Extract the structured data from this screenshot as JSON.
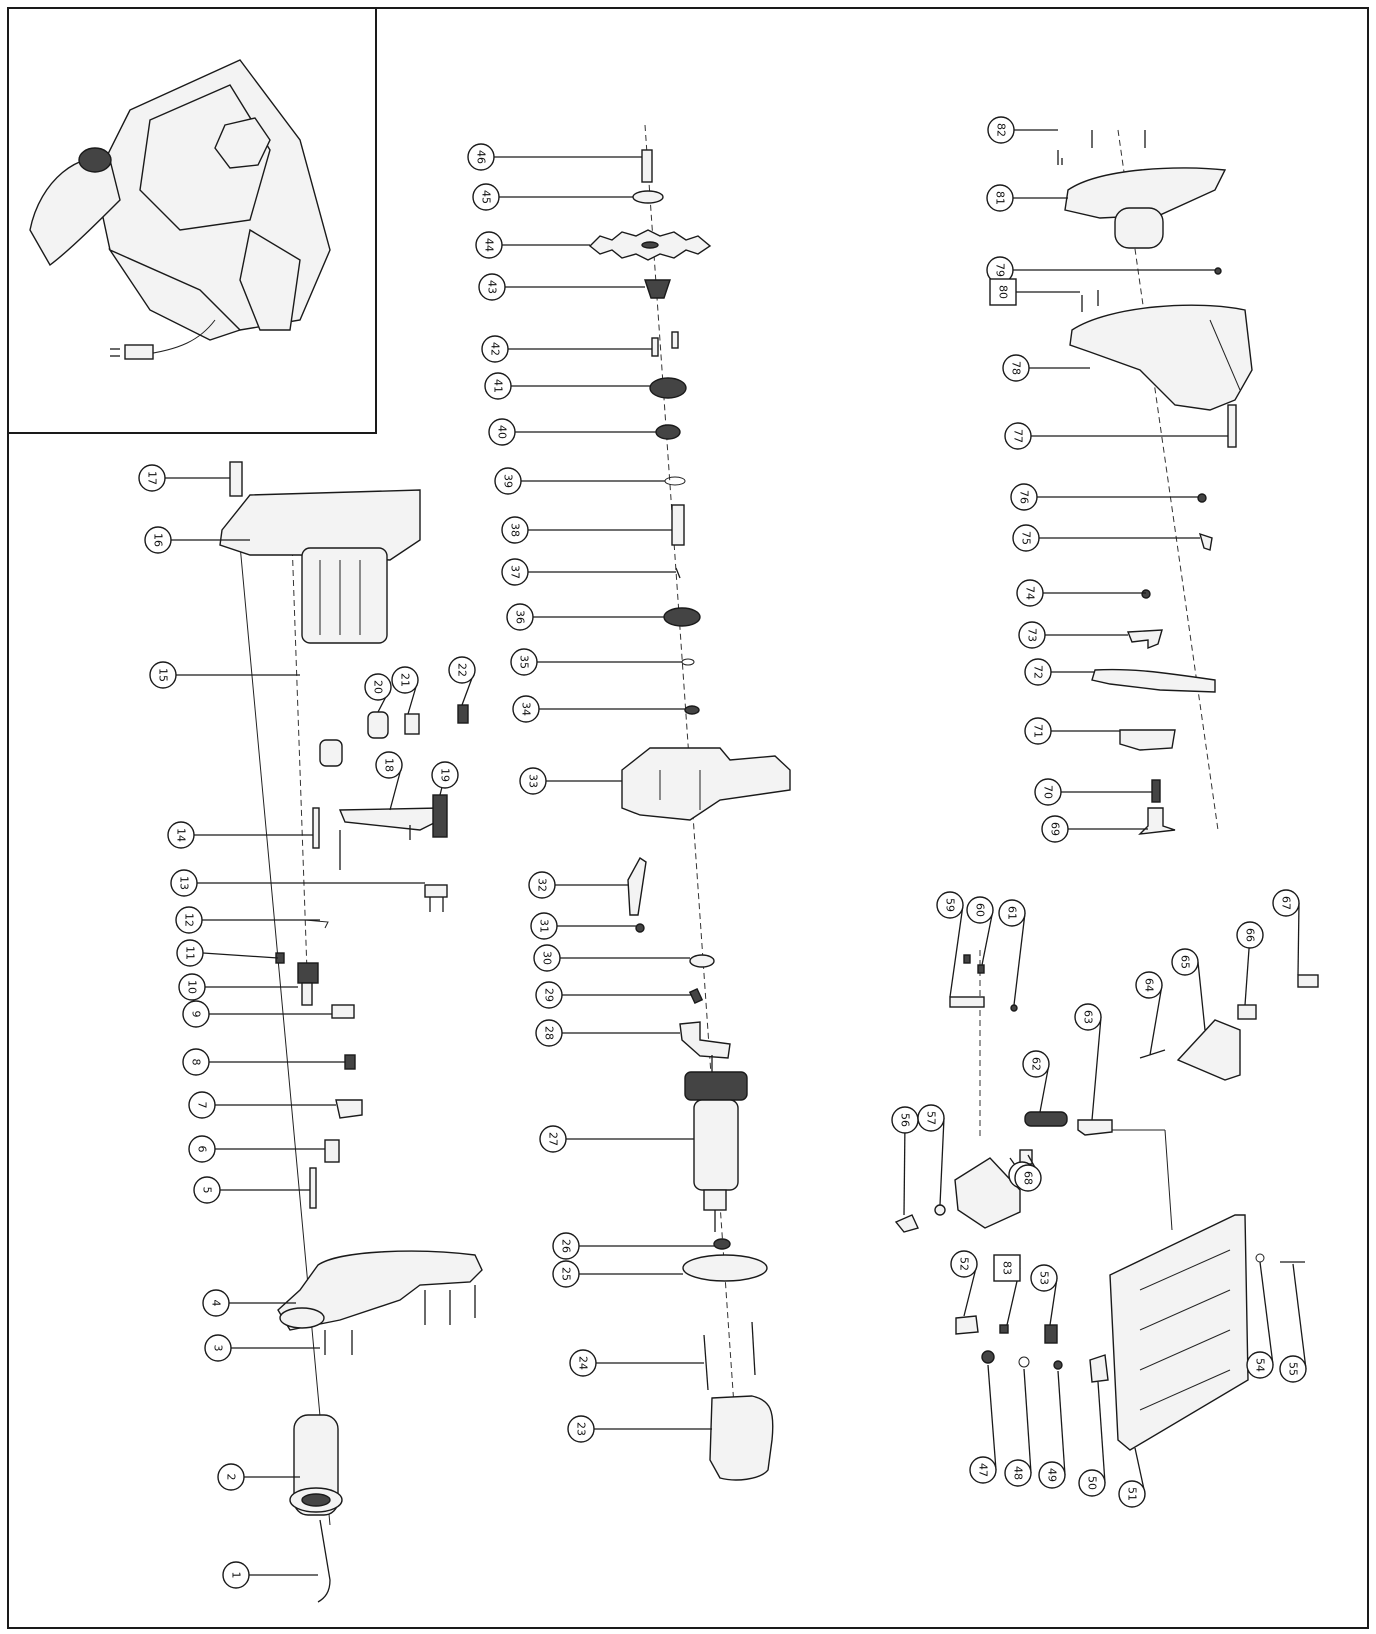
{
  "diagram": {
    "callouts": [
      {
        "id": "c1",
        "label": "1"
      },
      {
        "id": "c2",
        "label": "2"
      },
      {
        "id": "c3",
        "label": "3"
      },
      {
        "id": "c4",
        "label": "4"
      },
      {
        "id": "c5",
        "label": "5"
      },
      {
        "id": "c6",
        "label": "6"
      },
      {
        "id": "c7",
        "label": "7"
      },
      {
        "id": "c8",
        "label": "8"
      },
      {
        "id": "c9",
        "label": "9"
      },
      {
        "id": "c10",
        "label": "10"
      },
      {
        "id": "c11",
        "label": "11"
      },
      {
        "id": "c12",
        "label": "12"
      },
      {
        "id": "c13",
        "label": "13"
      },
      {
        "id": "c14",
        "label": "14"
      },
      {
        "id": "c15",
        "label": "15"
      },
      {
        "id": "c16",
        "label": "16"
      },
      {
        "id": "c17",
        "label": "17"
      },
      {
        "id": "c18",
        "label": "18"
      },
      {
        "id": "c19",
        "label": "19"
      },
      {
        "id": "c20",
        "label": "20"
      },
      {
        "id": "c21",
        "label": "21"
      },
      {
        "id": "c22",
        "label": "22"
      },
      {
        "id": "c23",
        "label": "23"
      },
      {
        "id": "c24",
        "label": "24"
      },
      {
        "id": "c25",
        "label": "25"
      },
      {
        "id": "c26",
        "label": "26"
      },
      {
        "id": "c27",
        "label": "27"
      },
      {
        "id": "c28",
        "label": "28"
      },
      {
        "id": "c29",
        "label": "29"
      },
      {
        "id": "c30",
        "label": "30"
      },
      {
        "id": "c31",
        "label": "31"
      },
      {
        "id": "c32",
        "label": "32"
      },
      {
        "id": "c33",
        "label": "33"
      },
      {
        "id": "c34",
        "label": "34"
      },
      {
        "id": "c35",
        "label": "35"
      },
      {
        "id": "c36",
        "label": "36"
      },
      {
        "id": "c37",
        "label": "37"
      },
      {
        "id": "c38",
        "label": "38"
      },
      {
        "id": "c39",
        "label": "39"
      },
      {
        "id": "c40",
        "label": "40"
      },
      {
        "id": "c41",
        "label": "41"
      },
      {
        "id": "c42",
        "label": "42"
      },
      {
        "id": "c43",
        "label": "43"
      },
      {
        "id": "c44",
        "label": "44"
      },
      {
        "id": "c45",
        "label": "45"
      },
      {
        "id": "c46",
        "label": "46"
      },
      {
        "id": "c47",
        "label": "47"
      },
      {
        "id": "c48",
        "label": "48"
      },
      {
        "id": "c49",
        "label": "49"
      },
      {
        "id": "c50",
        "label": "50"
      },
      {
        "id": "c51",
        "label": "51"
      },
      {
        "id": "c52",
        "label": "52"
      },
      {
        "id": "c53",
        "label": "53"
      },
      {
        "id": "c54",
        "label": "54"
      },
      {
        "id": "c55",
        "label": "55"
      },
      {
        "id": "c56",
        "label": "56"
      },
      {
        "id": "c57",
        "label": "57"
      },
      {
        "id": "c58",
        "label": "58"
      },
      {
        "id": "c59",
        "label": "59"
      },
      {
        "id": "c60",
        "label": "60"
      },
      {
        "id": "c61",
        "label": "61"
      },
      {
        "id": "c62",
        "label": "62"
      },
      {
        "id": "c63",
        "label": "63"
      },
      {
        "id": "c64",
        "label": "64"
      },
      {
        "id": "c65",
        "label": "65"
      },
      {
        "id": "c66",
        "label": "66"
      },
      {
        "id": "c67",
        "label": "67"
      },
      {
        "id": "c68",
        "label": "68"
      },
      {
        "id": "c69",
        "label": "69"
      },
      {
        "id": "c70",
        "label": "70"
      },
      {
        "id": "c71",
        "label": "71"
      },
      {
        "id": "c72",
        "label": "72"
      },
      {
        "id": "c73",
        "label": "73"
      },
      {
        "id": "c74",
        "label": "74"
      },
      {
        "id": "c75",
        "label": "75"
      },
      {
        "id": "c76",
        "label": "76"
      },
      {
        "id": "c77",
        "label": "77"
      },
      {
        "id": "c78",
        "label": "78"
      },
      {
        "id": "c79",
        "label": "79"
      },
      {
        "id": "c80",
        "label": "80"
      },
      {
        "id": "c81",
        "label": "81"
      },
      {
        "id": "c82",
        "label": "82"
      },
      {
        "id": "c83",
        "label": "83"
      }
    ]
  },
  "colors": {
    "ink": "#1a1a1a",
    "paper": "#ffffff",
    "part_fill": "#f3f3f3",
    "part_dark": "#444444"
  }
}
